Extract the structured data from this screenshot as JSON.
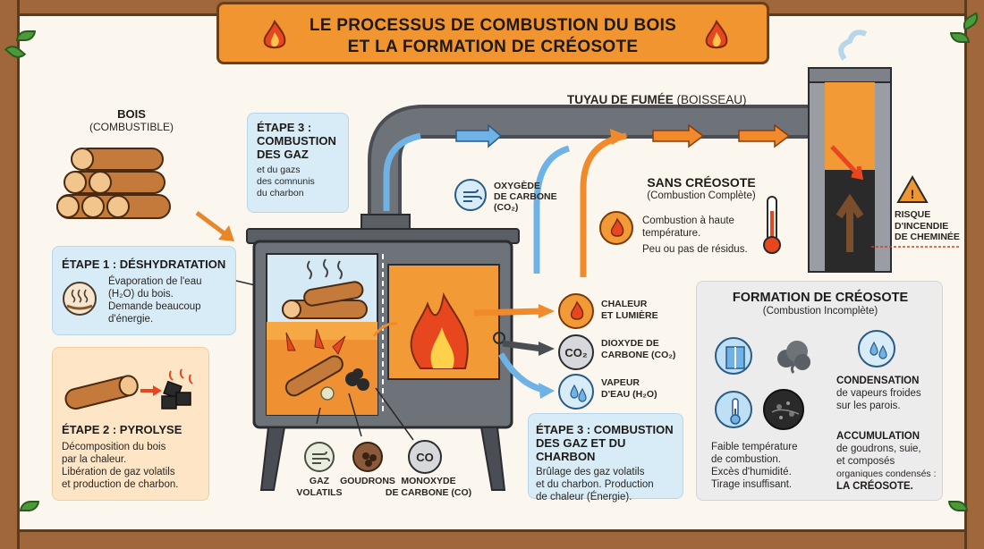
{
  "title": {
    "line1": "LE PROCESSUS DE COMBUSTION DU BOIS",
    "line2": "ET LA FORMATION DE CRÉOSOTE"
  },
  "wood": {
    "title": "BOIS",
    "subtitle": "(COMBUSTIBLE)"
  },
  "stage3_top": {
    "title_l1": "ÉTAPE 3 :",
    "title_l2": "COMBUSTION",
    "title_l3": "DES GAZ",
    "text_l1": "et du gazs",
    "text_l2": "des comnunis",
    "text_l3": "du charbon"
  },
  "stage1": {
    "title": "ÉTAPE 1 : DÉSHYDRATATION",
    "text_l1": "Évaporation de l'eau",
    "text_l2": "(H₂O) du bois.",
    "text_l3": "Demande beaucoup",
    "text_l4": "d'énergie."
  },
  "stage2": {
    "title": "ÉTAPE 2 : PYROLYSE",
    "text_l1": "Décomposition du bois",
    "text_l2": "par la chaleur.",
    "text_l3": "Libération de gaz volatils",
    "text_l4": "et production de charbon."
  },
  "stage3_bottom": {
    "title_l1": "ÉTAPE 3 : COMBUSTION",
    "title_l2": "DES GAZ ET DU CHARBON",
    "text_l1": "Brûlage des gaz volatils",
    "text_l2": "et du charbon. Production",
    "text_l3": "de chaleur (Énergie)."
  },
  "pipe_label": {
    "bold": "TUYAU DE FUMÉE",
    "normal": "(BOISSEAU)"
  },
  "oxygen": {
    "l1": "OXYGÈDE",
    "l2": "DE CARBONE",
    "l3": "(CO₂)"
  },
  "no_creosote": {
    "title": "SANS CRÉOSOTE",
    "subtitle": "(Combustion Complète)",
    "text_l1": "Combustion à haute",
    "text_l2": "température.",
    "text_l3": "Peu ou pas de résidus."
  },
  "fire_risk": {
    "l1": "RISQUE",
    "l2": "D'INCENDIE",
    "l3": "DE CHEMINÉE"
  },
  "outputs": [
    {
      "l1": "CHALEUR",
      "l2": "ET LUMIÈRE"
    },
    {
      "l1": "DIOXYDE DE",
      "l2": "CARBONE (CO₂)",
      "badge": "CO₂"
    },
    {
      "l1": "VAPEUR",
      "l2": "D'EAU (H₂O)"
    }
  ],
  "bottom_icons": [
    {
      "l1": "GAZ",
      "l2": "VOLATILS"
    },
    {
      "l1": "GOUDRONS",
      "l2": ""
    },
    {
      "l1": "MONOXYDE",
      "l2": "DE CARBONE (CO)",
      "badge": "CO"
    }
  ],
  "creosote": {
    "title": "FORMATION DE CRÉOSOTE",
    "subtitle": "(Combustion Incomplète)",
    "causes_l1": "Faible température",
    "causes_l2": "de combustion.",
    "causes_l3": "Excès d'humidité.",
    "causes_l4": "Tirage insuffisant.",
    "condensation_title": "CONDENSATION",
    "condensation_l1": "de vapeurs froides",
    "condensation_l2": "sur les parois.",
    "accumulation_title": "ACCUMULATION",
    "accumulation_l1": "de goudrons, suie,",
    "accumulation_l2": "et composés",
    "accumulation_l3": "organiques condensés :",
    "accumulation_l4": "LA CRÉOSOTE."
  },
  "colors": {
    "orange": "#f0952f",
    "blue_arrow": "#6fb3e6",
    "stove_grey": "#5a5f66",
    "creosote_black": "#1e1e1e",
    "frame_brown": "#a0683a"
  }
}
